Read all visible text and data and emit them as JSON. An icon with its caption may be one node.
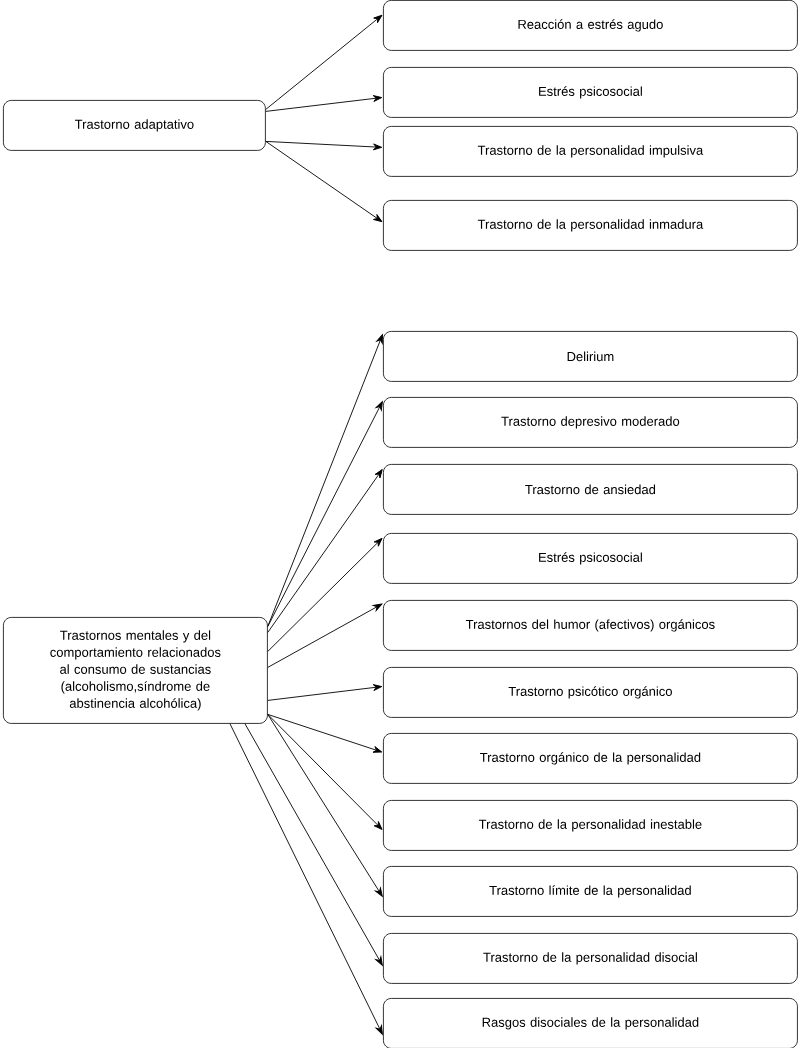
{
  "diagram": {
    "nodes": [
      {
        "text": [
          "Trastorno adaptativo"
        ]
      },
      {
        "text": [
          "Reacción a estrés agudo"
        ]
      },
      {
        "text": [
          "Estrés psicosocial"
        ]
      },
      {
        "text": [
          "Trastorno de la personalidad impulsiva"
        ]
      },
      {
        "text": [
          "Trastorno de la personalidad inmadura"
        ]
      },
      {
        "text": [
          "Trastornos mentales y del comportamiento relacionados al consumo de sustancias (alcoholismo,síndrome de abstinencia alcohólica)"
        ]
      },
      {
        "text": [
          "Delirium"
        ]
      },
      {
        "text": [
          "Trastorno depresivo moderado"
        ]
      },
      {
        "text": [
          "Trastorno de ansiedad"
        ]
      },
      {
        "text": [
          "Estrés psicosocial"
        ]
      },
      {
        "text": [
          "Trastornos del humor (afectivos) orgánicos"
        ]
      },
      {
        "text": [
          "Trastorno psicótico orgánico"
        ]
      },
      {
        "text": [
          "Trastorno orgánico de la personalidad"
        ]
      },
      {
        "text": [
          "Trastorno de la personalidad inestable"
        ]
      },
      {
        "text": [
          "Trastorno límite de la personalidad"
        ]
      },
      {
        "text": [
          "Trastorno de la personalidad disocial"
        ]
      },
      {
        "text": [
          "Rasgos disociales de la personalidad"
        ]
      }
    ],
    "edges": [
      {
        "from": 0,
        "to": 1,
        "arrow": "to"
      },
      {
        "from": 0,
        "to": 2,
        "arrow": "to"
      },
      {
        "from": 0,
        "to": 3,
        "arrow": "to"
      },
      {
        "from": 0,
        "to": 4,
        "arrow": "to"
      },
      {
        "from": 5,
        "to": 6,
        "arrow": "to"
      },
      {
        "from": 5,
        "to": 7,
        "arrow": "to"
      },
      {
        "from": 5,
        "to": 8,
        "arrow": "to"
      },
      {
        "from": 5,
        "to": 9,
        "arrow": "to"
      },
      {
        "from": 5,
        "to": 10,
        "arrow": "to"
      },
      {
        "from": 5,
        "to": 11,
        "arrow": "to"
      },
      {
        "from": 5,
        "to": 12,
        "arrow": "to"
      },
      {
        "from": 5,
        "to": 13,
        "arrow": "to"
      },
      {
        "from": 5,
        "to": 14,
        "arrow": "to"
      },
      {
        "from": 5,
        "to": 15,
        "arrow": "to"
      },
      {
        "from": 5,
        "to": 16,
        "arrow": "to"
      }
    ]
  }
}
